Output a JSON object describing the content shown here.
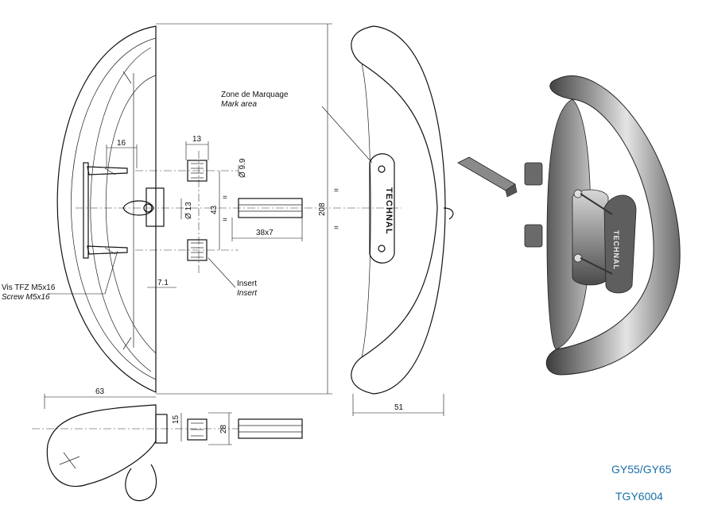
{
  "dimensions": {
    "d16": "16",
    "d13": "13",
    "d9_9": "Ø 9.9",
    "d13b": "Ø 13",
    "d43": "43",
    "d38x7": "38x7",
    "d208": "208",
    "d7_1": "7.1",
    "d63": "63",
    "d15": "15",
    "d28": "28",
    "d51": "51",
    "eq": "="
  },
  "labels": {
    "mark_fr": "Zone de Marquage",
    "mark_en": "Mark area",
    "screw_fr": "Vis TFZ M5x16",
    "screw_en": "Screw M5x16",
    "insert_fr": "Insert",
    "insert_en": "Insert"
  },
  "brand": "TECHNAL",
  "references": {
    "model": "GY55/GY65",
    "code": "TGY6004"
  },
  "colors": {
    "line": "#111111",
    "reference_text": "#1a6fa8",
    "shade_dark": "#4a4a4a",
    "shade_light": "#e8e8e8"
  }
}
